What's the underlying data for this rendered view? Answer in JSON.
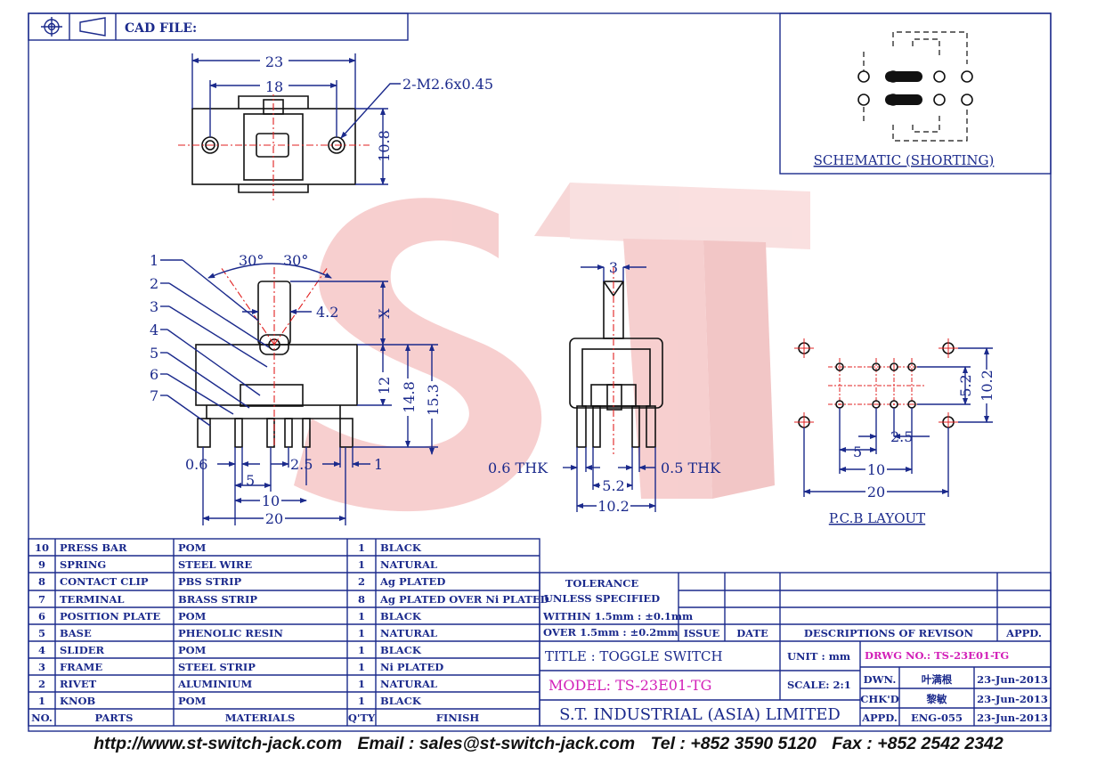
{
  "header": {
    "cad_label": "CAD FILE:"
  },
  "watermark": {
    "text": "ST"
  },
  "top_view": {
    "dims": [
      "23",
      "18",
      "10.8"
    ],
    "thread_note": "2-M2.6x0.45"
  },
  "schematic": {
    "title": "SCHEMATIC (SHORTING)"
  },
  "side_view": {
    "callouts": [
      "1",
      "2",
      "3",
      "4",
      "5",
      "6",
      "7"
    ],
    "angles": [
      "30°",
      "30°"
    ],
    "dims": {
      "lever": "4.2",
      "x": "X",
      "h12": "12",
      "h148": "14.8",
      "h153": "15.3",
      "thk": "0.6",
      "pitch25": "2.5",
      "one": "1",
      "five": "5",
      "ten": "10",
      "twenty": "20"
    }
  },
  "front_view": {
    "dims": {
      "top": "3",
      "left_thk": "0.6 THK",
      "right_thk": "0.5 THK",
      "w52": "5.2",
      "w102": "10.2"
    }
  },
  "pcb": {
    "title": "P.C.B LAYOUT",
    "dims": {
      "v52": "5.2",
      "v102": "10.2",
      "p25": "2.5",
      "p5": "5",
      "p10": "10",
      "p20": "20"
    }
  },
  "parts_table": {
    "headers": {
      "no": "NO.",
      "parts": "PARTS",
      "materials": "MATERIALS",
      "qty": "Q'TY",
      "finish": "FINISH"
    },
    "rows": [
      {
        "no": "10",
        "part": "PRESS BAR",
        "material": "POM",
        "qty": "1",
        "finish": "BLACK"
      },
      {
        "no": "9",
        "part": "SPRING",
        "material": "STEEL WIRE",
        "qty": "1",
        "finish": "NATURAL"
      },
      {
        "no": "8",
        "part": "CONTACT CLIP",
        "material": "PBS STRIP",
        "qty": "2",
        "finish": "Ag PLATED"
      },
      {
        "no": "7",
        "part": "TERMINAL",
        "material": "BRASS STRIP",
        "qty": "8",
        "finish": "Ag PLATED OVER Ni PLATED"
      },
      {
        "no": "6",
        "part": "POSITION PLATE",
        "material": "POM",
        "qty": "1",
        "finish": "BLACK"
      },
      {
        "no": "5",
        "part": "BASE",
        "material": "PHENOLIC RESIN",
        "qty": "1",
        "finish": "NATURAL"
      },
      {
        "no": "4",
        "part": "SLIDER",
        "material": "POM",
        "qty": "1",
        "finish": "BLACK"
      },
      {
        "no": "3",
        "part": "FRAME",
        "material": "STEEL STRIP",
        "qty": "1",
        "finish": "Ni PLATED"
      },
      {
        "no": "2",
        "part": "RIVET",
        "material": "ALUMINIUM",
        "qty": "1",
        "finish": "NATURAL"
      },
      {
        "no": "1",
        "part": "KNOB",
        "material": "POM",
        "qty": "1",
        "finish": "BLACK"
      }
    ]
  },
  "title_block": {
    "tolerance": [
      "TOLERANCE",
      "UNLESS  SPECIFIED",
      "WITHIN  1.5mm : ±0.1mm",
      "OVER    1.5mm : ±0.2mm"
    ],
    "issue": "ISSUE",
    "date": "DATE",
    "revision": "DESCRIPTIONS OF REVISON",
    "appd": "APPD.",
    "title": "TITLE : TOGGLE SWITCH",
    "unit": "UNIT :   mm",
    "drwg": "DRWG NO.: TS-23E01-TG",
    "model": "MODEL: TS-23E01-TG",
    "scale": "SCALE:  2:1",
    "dwn_label": "DWN.",
    "dwn_name": "叶满根",
    "dwn_date": "23-Jun-2013",
    "chkd_label": "CHK'D",
    "chkd_name": "黎敏",
    "chkd_date": "23-Jun-2013",
    "appd_label": "APPD.",
    "appd_name": "ENG-055",
    "appd_date": "23-Jun-2013",
    "company": "S.T. INDUSTRIAL (ASIA) LIMITED"
  },
  "footer": {
    "website": "http://www.st-switch-jack.com",
    "email": "Email : sales@st-switch-jack.com",
    "tel": "Tel : +852 3590 5120",
    "fax": "Fax : +852 2542 2342"
  }
}
